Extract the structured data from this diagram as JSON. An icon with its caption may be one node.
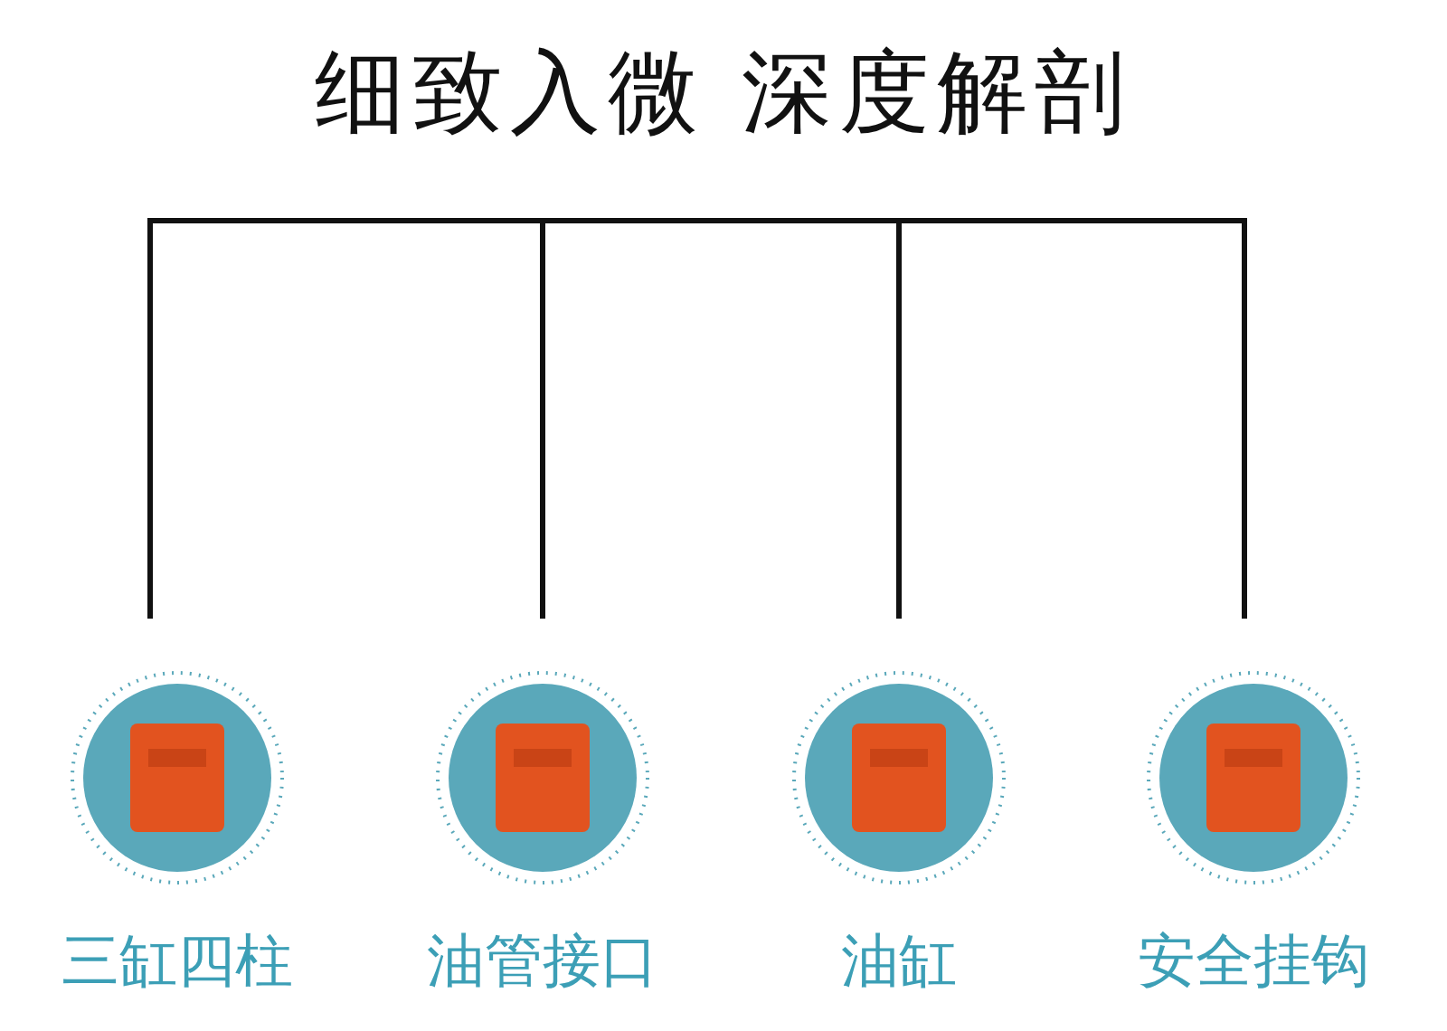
{
  "diagram": {
    "title": "细致入微 深度解剖",
    "nodes": [
      {
        "text": [
          "三缸四柱"
        ]
      },
      {
        "text": [
          "油管接口"
        ]
      },
      {
        "text": [
          "油缸"
        ]
      },
      {
        "text": [
          "安全挂钩"
        ]
      }
    ]
  }
}
